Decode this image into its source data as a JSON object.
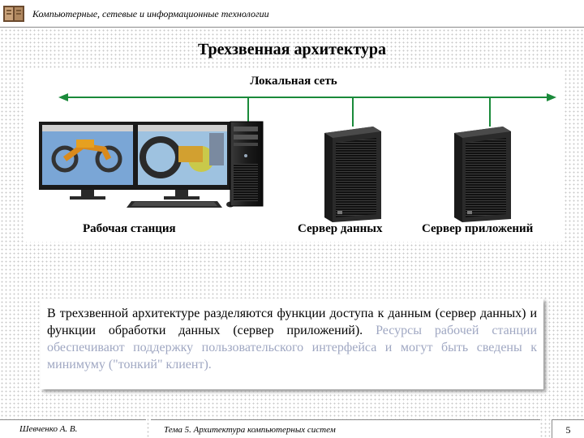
{
  "header": {
    "course_title": "Компьютерные, сетевые и информационные технологии"
  },
  "slide": {
    "title": "Трехзвенная архитектура"
  },
  "diagram": {
    "network_label": "Локальная сеть",
    "workstation_label": "Рабочая станция",
    "data_server_label": "Сервер данных",
    "app_server_label": "Сервер приложений"
  },
  "textbox": {
    "paragraph1": "В трехзвенной архитектуре разделяются функции доступа к данным (сервер данных) и функции обработки данных (сервер приложений).",
    "paragraph2": "Ресурсы рабочей станции обеспечивают поддержку пользовательского интерфейса и могут быть сведены к минимуму (\"тонкий\" клиент)."
  },
  "footer": {
    "author": "Шевченко А. В.",
    "topic": "Тема 5. Архитектура компьютерных систем",
    "page_number": "5"
  },
  "colors": {
    "network_line": "#1a8a3a",
    "faded_text": "#9fa7c2"
  }
}
